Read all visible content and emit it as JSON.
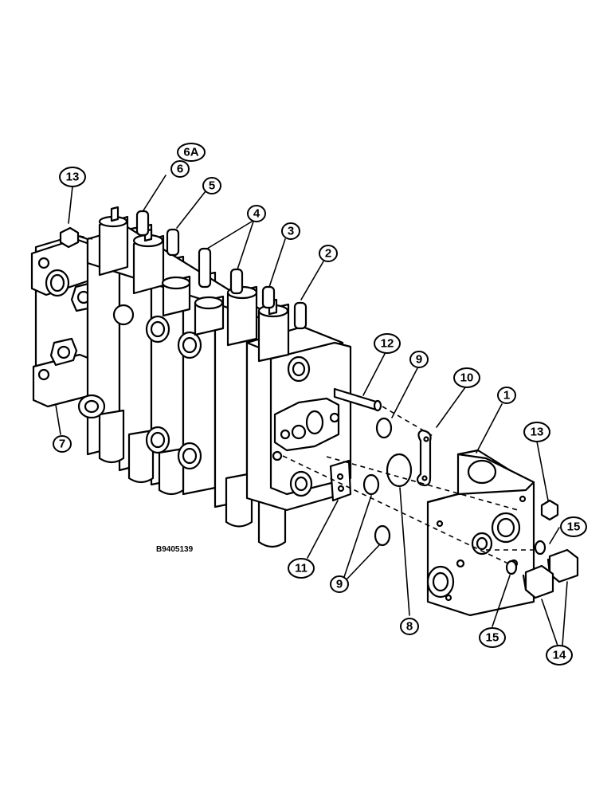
{
  "drawing_id": "B9405139",
  "callouts": {
    "c1": "1",
    "c2": "2",
    "c3": "3",
    "c4": "4",
    "c5": "5",
    "c6": "6",
    "c6a": "6A",
    "c7": "7",
    "c8": "8",
    "c9a": "9",
    "c9b": "9",
    "c10": "10",
    "c11": "11",
    "c12": "12",
    "c13a": "13",
    "c13b": "13",
    "c14": "14",
    "c15a": "15",
    "c15b": "15"
  },
  "colors": {
    "line": "#000000",
    "background": "#ffffff"
  }
}
